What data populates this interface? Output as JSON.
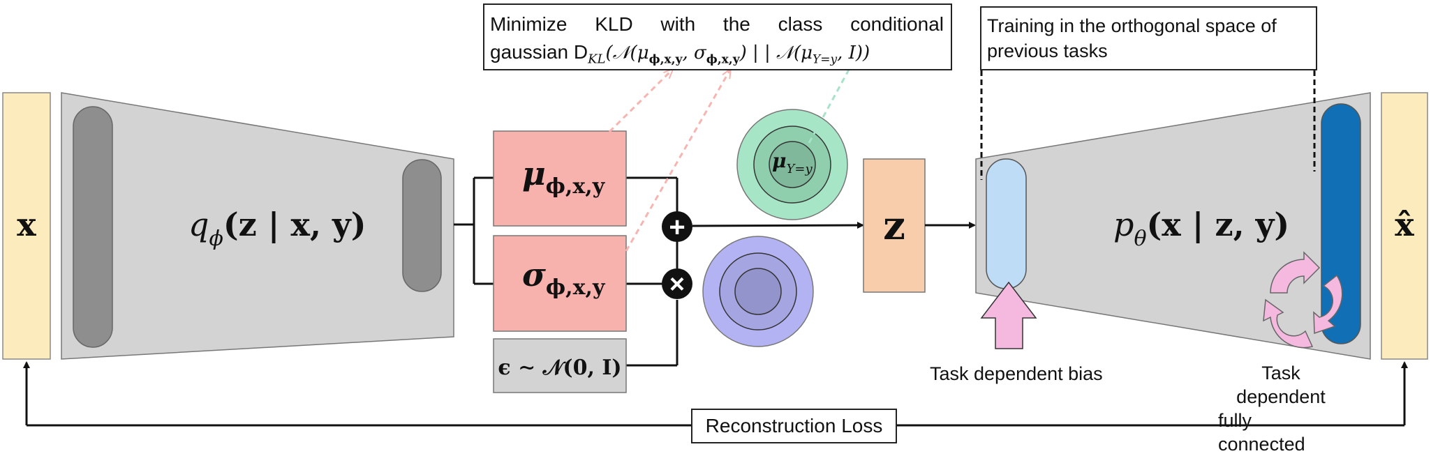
{
  "input_label": "x",
  "output_label": "x̂",
  "encoder": {
    "label_q": "q",
    "label_phi": "ϕ",
    "label_args": "(z | x, y)"
  },
  "decoder": {
    "label_p": "p",
    "label_theta": "θ",
    "label_args": "(x | z, y)"
  },
  "mu_box": {
    "symbol": "μ",
    "subscript": "ϕ,x,y"
  },
  "sigma_box": {
    "symbol": "σ",
    "subscript": "ϕ,x,y"
  },
  "epsilon_box": {
    "text": "ϵ ∼ 𝒩(0, I)"
  },
  "class_gaussian_label": {
    "symbol": "μ",
    "subscript": "Y=y"
  },
  "plus_symbol": "+",
  "times_symbol": "×",
  "latent_label": "z",
  "kld_note": {
    "line1": "Minimize KLD with the class conditional",
    "line2": "gaussian D",
    "line2_sub": "KL",
    "line2_rest": "(𝒩(μ",
    "mu_sub": "ϕ,x,y",
    "sep": ", σ",
    "sigma_sub": "ϕ,x,y",
    "mid": ") | | 𝒩(μ",
    "target_sub": "Y=y",
    "tail": ", I))"
  },
  "orthogonal_note": "Training in the orthogonal space of previous tasks",
  "task_bias_label": "Task dependent bias",
  "task_fc_label_line1": "Task dependent",
  "task_fc_label_line2": "fully connected",
  "reconstruction_label": "Reconstruction Loss",
  "colors": {
    "input_box": "#fcebbc",
    "trapezoid": "#d3d3d3",
    "dark_layer": "#8e8e8e",
    "mu_sigma_box": "#f8b2ad",
    "epsilon_box": "#d3d3d3",
    "latent_box": "#f7cdac",
    "green_gaussian": "#a6e6c6",
    "blue_gaussian": "#b3b3f3",
    "bias_layer": "#bfdcf7",
    "fc_layer": "#1170b5",
    "pink_arrow": "#f5b9e0",
    "dashed_pink": "#f6b5b0",
    "dashed_green": "#a8e3c9"
  }
}
